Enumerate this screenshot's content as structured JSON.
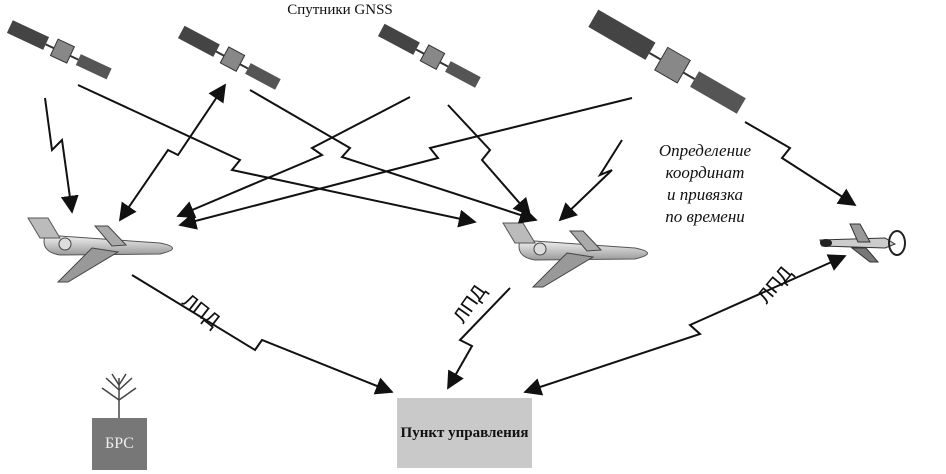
{
  "diagram": {
    "title": "Спутники GNSS",
    "caption_lines": [
      "Определение",
      "координат",
      "и   привязка",
      "по   времени"
    ],
    "link_labels": [
      "ЛПД",
      "ЛПД",
      "ЛПД"
    ],
    "control_point_label": "Пункт управления",
    "ground_station_label": "БРС"
  },
  "colors": {
    "background": "#ffffff",
    "lines": "#111111",
    "control_box": "#c9c9c9",
    "brs_box": "#777777"
  },
  "nodes": [
    {
      "id": "sat-1",
      "kind": "satellite",
      "icon": "satellite-icon"
    },
    {
      "id": "sat-2",
      "kind": "satellite",
      "icon": "satellite-icon"
    },
    {
      "id": "sat-3",
      "kind": "satellite",
      "icon": "satellite-icon"
    },
    {
      "id": "sat-4",
      "kind": "satellite",
      "icon": "satellite-icon"
    },
    {
      "id": "plane-1",
      "kind": "aircraft",
      "icon": "airplane-icon"
    },
    {
      "id": "plane-2",
      "kind": "aircraft",
      "icon": "airplane-icon"
    },
    {
      "id": "drone",
      "kind": "uav",
      "icon": "drone-icon"
    },
    {
      "id": "control",
      "kind": "control-point"
    },
    {
      "id": "brs",
      "kind": "ground-station",
      "icon": "antenna-icon"
    }
  ]
}
